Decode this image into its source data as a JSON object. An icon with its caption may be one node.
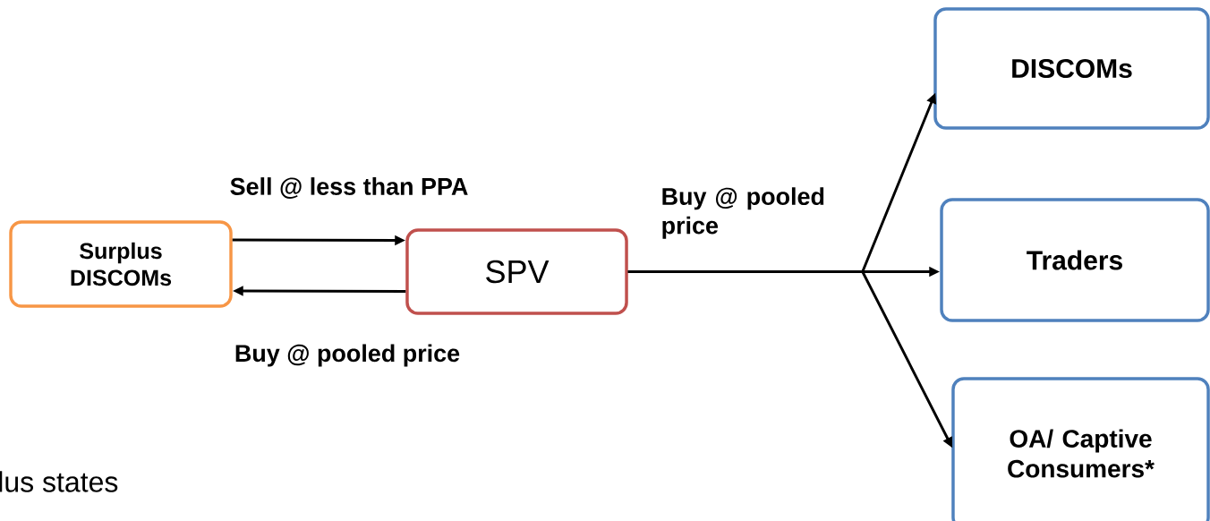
{
  "diagram": {
    "nodes": [
      {
        "text": [
          "Surplus DISCOMs"
        ]
      },
      {
        "text": [
          "SPV"
        ]
      },
      {
        "text": [
          "DISCOMs"
        ]
      },
      {
        "text": [
          "Traders"
        ]
      },
      {
        "text": [
          "OA/ Captive Consumers*"
        ]
      }
    ],
    "edges": [
      {
        "from": 0,
        "to": 1,
        "arrow": "to",
        "label": "Sell @ less than  PPA"
      },
      {
        "from": 1,
        "to": 0,
        "arrow": "to",
        "label": "Buy  @ pooled price"
      },
      {
        "from": 1,
        "to": 2,
        "arrow": "to"
      },
      {
        "from": 1,
        "to": 3,
        "arrow": "to",
        "label": "Buy  @ pooled price"
      },
      {
        "from": 1,
        "to": 4,
        "arrow": "to"
      }
    ],
    "labels": [
      "lus states"
    ]
  }
}
